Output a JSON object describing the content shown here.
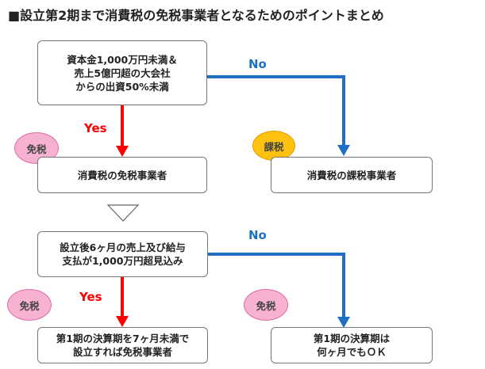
{
  "title": "■設立第2期まで消費税の免税事業者となるためのポイントまとめ",
  "section1": {
    "question_lines": [
      "資本金1,000万円未満＆",
      "売上5億円超の大会社",
      "からの出資50%未満"
    ],
    "yes_label": "Yes",
    "no_label": "No",
    "yes_result": "消費税の免税事業者",
    "no_result": "消費税の課税事業者",
    "yes_badge": "免税",
    "no_badge": "課税"
  },
  "section2": {
    "question_lines": [
      "設立後6ヶ月の売上及び給与",
      "支払が1,000万円超見込み"
    ],
    "yes_label": "Yes",
    "no_label": "No",
    "yes_result_lines": [
      "第1期の決算期を7ヶ月未満で",
      "設立すれば免税事業者"
    ],
    "no_result_lines": [
      "第1期の決算期は",
      "何ヶ月でもＯＫ"
    ],
    "yes_badge": "免税",
    "no_badge": "免税"
  },
  "colors": {
    "yes_arrow": "#ff0000",
    "no_arrow": "#1f6fc2",
    "exempt_badge": "#f7b2d2",
    "taxed_badge": "#ffc20e"
  }
}
